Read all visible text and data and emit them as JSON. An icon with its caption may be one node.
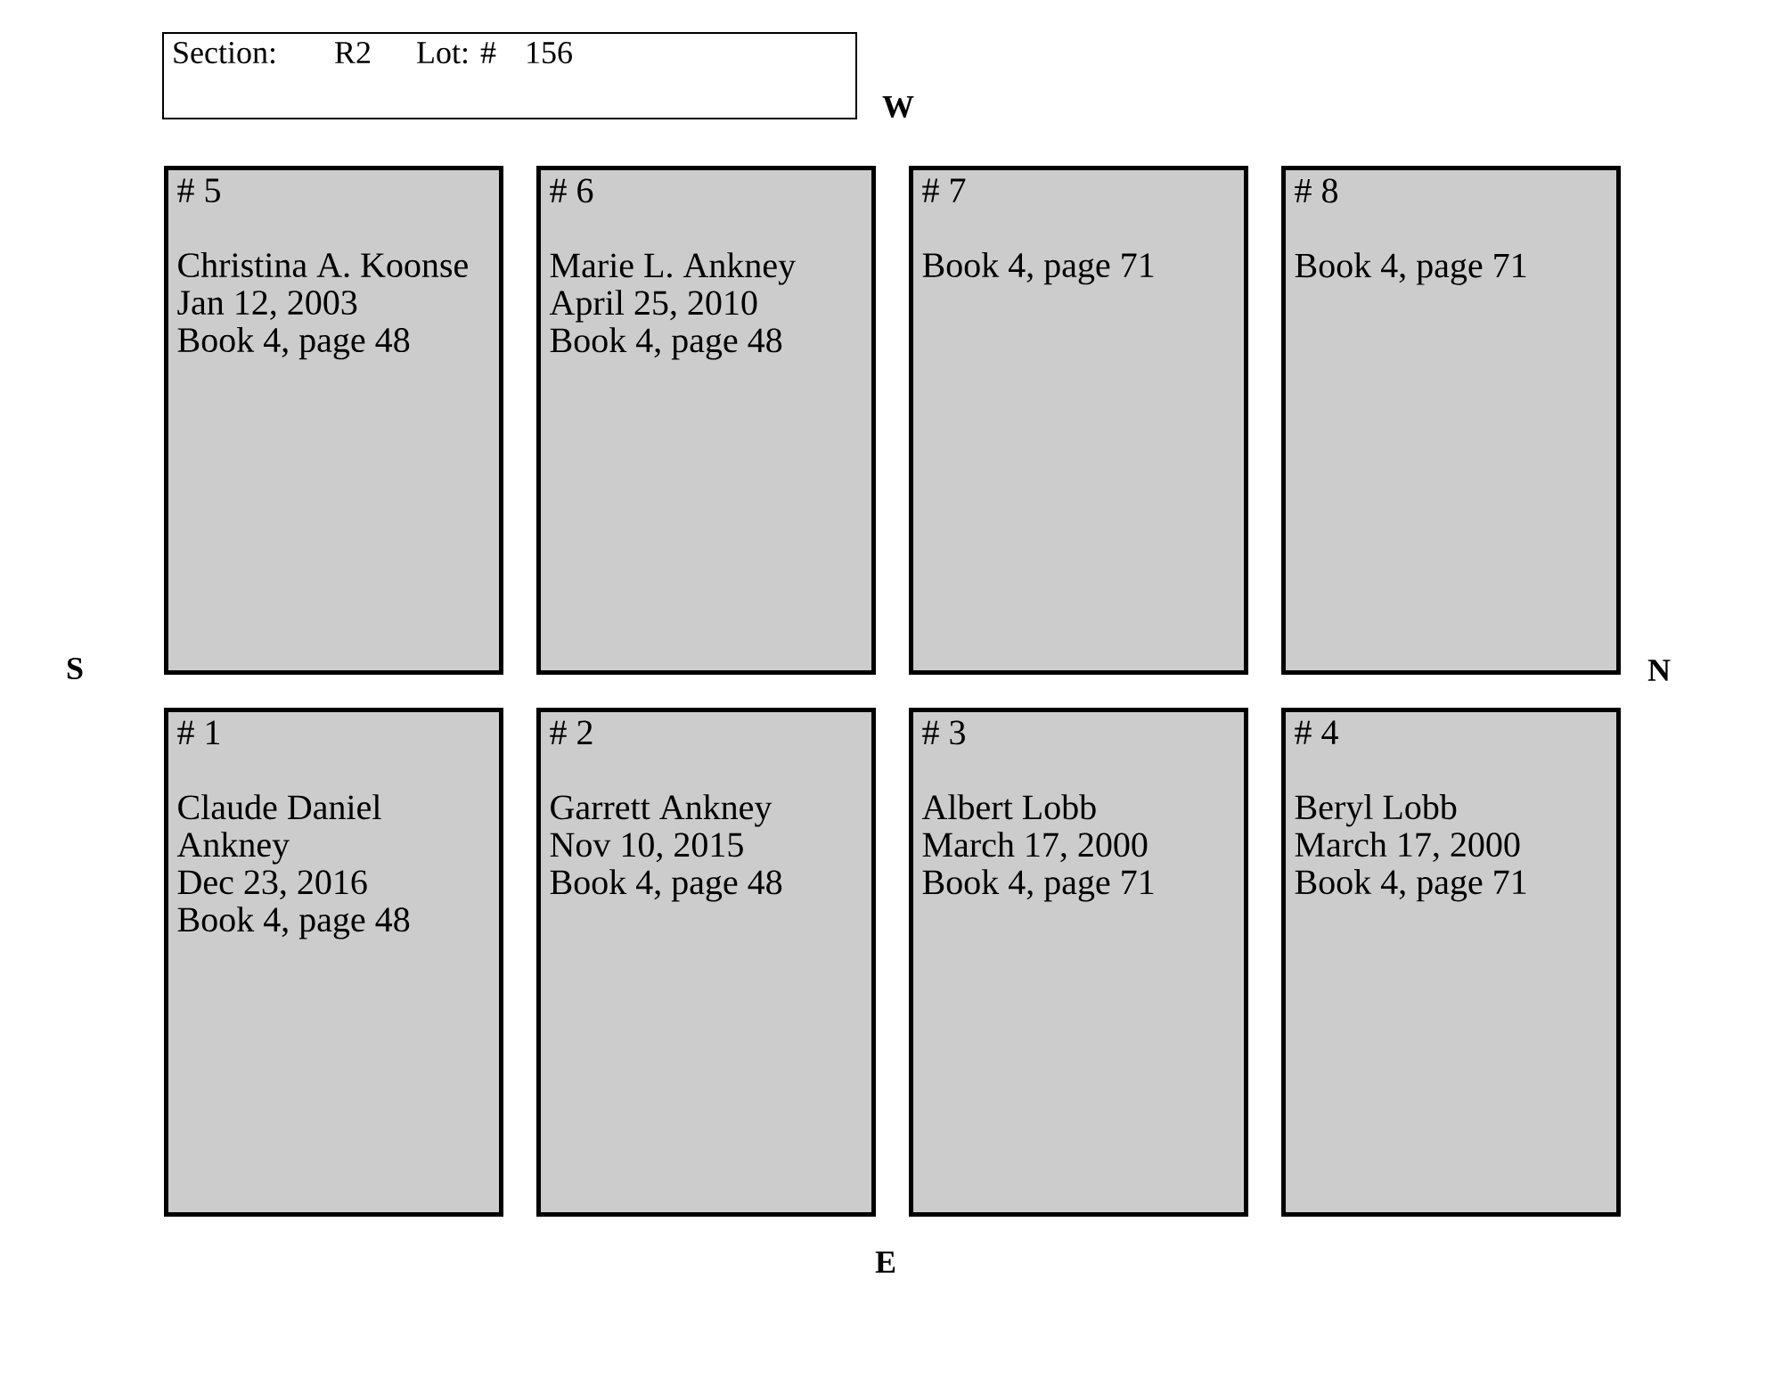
{
  "diagram": {
    "nodes": [
      {
        "text": [
          "Section:",
          "R2",
          "Lot: #",
          "156"
        ]
      },
      {
        "text": [
          "# 5",
          "Christina A. Koonse",
          "Jan 12, 2003",
          "Book 4, page 48"
        ]
      },
      {
        "text": [
          "# 6",
          "Marie L. Ankney",
          "April 25, 2010",
          "Book 4, page 48"
        ]
      },
      {
        "text": [
          "# 7",
          "Book 4, page 71"
        ]
      },
      {
        "text": [
          "# 8",
          "Book 4, page 71"
        ]
      },
      {
        "text": [
          "# 1",
          "Claude Daniel Ankney",
          "Dec 23, 2016",
          "Book 4, page 48"
        ]
      },
      {
        "text": [
          "# 2",
          "Garrett Ankney",
          "Nov 10, 2015",
          "Book 4, page 48"
        ]
      },
      {
        "text": [
          "# 3",
          "Albert Lobb",
          "March 17, 2000",
          "Book 4, page 71"
        ]
      },
      {
        "text": [
          "# 4",
          "Beryl  Lobb",
          "March 17, 2000",
          "Book 4, page 71"
        ]
      }
    ],
    "labels": [
      "W",
      "S",
      "N",
      "E"
    ]
  }
}
